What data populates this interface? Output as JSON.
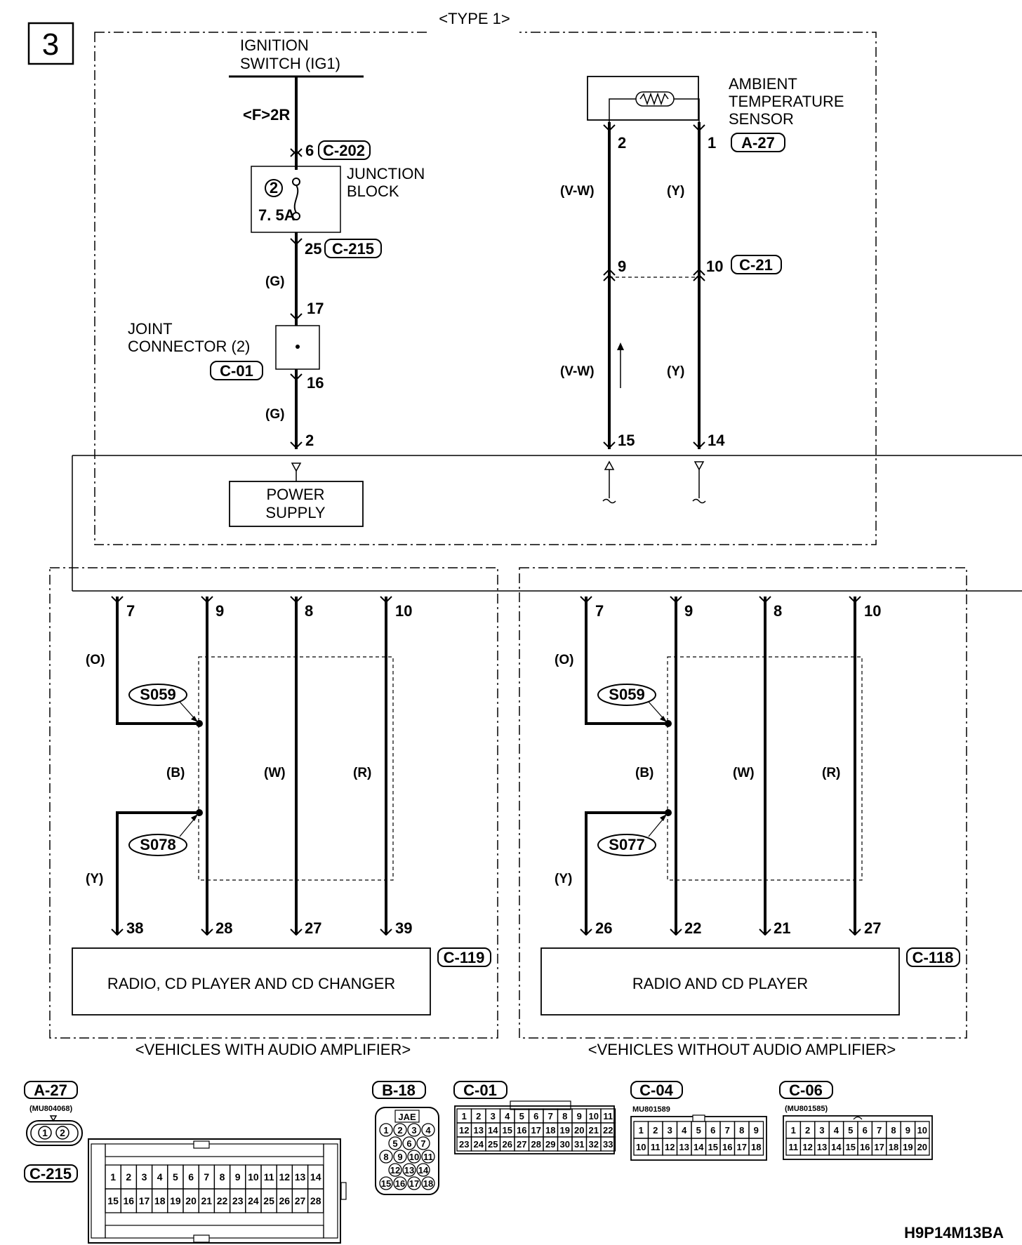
{
  "page_number": "3",
  "section_title": "<TYPE 1>",
  "ignition_switch": {
    "line1": "IGNITION",
    "line2": "SWITCH (IG1)"
  },
  "fuse_ref": "<F>2R",
  "junction_block": {
    "line1": "JUNCTION",
    "line2": "BLOCK",
    "fuse_number": "2",
    "fuse_rating": "7. 5A"
  },
  "joint_connector": {
    "line1": "JOINT",
    "line2": "CONNECTOR (2)"
  },
  "ambient_sensor": {
    "line1": "AMBIENT",
    "line2": "TEMPERATURE",
    "line3": "SENSOR"
  },
  "power_supply": {
    "line1": "POWER",
    "line2": "SUPPLY"
  },
  "wire_colors": {
    "green": "(G)",
    "violet_white": "(V-W)",
    "yellow": "(Y)",
    "orange": "(O)",
    "black": "(B)",
    "white": "(W)",
    "red": "(R)"
  },
  "left_pins": {
    "p6": "6",
    "p25": "25",
    "p17": "17",
    "p16": "16",
    "p2": "2"
  },
  "right_pins": {
    "p2": "2",
    "p1": "1",
    "p9": "9",
    "p10": "10",
    "p15": "15",
    "p14": "14"
  },
  "connectors": {
    "c202": "C-202",
    "c215": "C-215",
    "c01": "C-01",
    "a27": "A-27",
    "c21": "C-21",
    "c119": "C-119",
    "c118": "C-118",
    "b18": "B-18",
    "c04": "C-04",
    "c06": "C-06"
  },
  "splices": {
    "s059": "S059",
    "s078": "S078",
    "s077": "S077"
  },
  "left_unit": {
    "top_pins": [
      "7",
      "9",
      "8",
      "10"
    ],
    "bottom_pins": [
      "38",
      "28",
      "27",
      "39"
    ],
    "name": "RADIO, CD PLAYER AND CD CHANGER",
    "caption": "<VEHICLES WITH AUDIO AMPLIFIER>"
  },
  "right_unit": {
    "top_pins": [
      "7",
      "9",
      "8",
      "10"
    ],
    "bottom_pins": [
      "26",
      "22",
      "21",
      "27"
    ],
    "name": "RADIO AND CD PLAYER",
    "caption": "<VEHICLES WITHOUT AUDIO AMPLIFIER>"
  },
  "part_numbers": {
    "a27": "(MU804068)",
    "c04": "MU801589",
    "c06": "(MU801585)"
  },
  "b18_label": "JAE",
  "c215_cells": {
    "row1": [
      "1",
      "2",
      "3",
      "4",
      "5",
      "6",
      "7",
      "8",
      "9",
      "10",
      "11",
      "12",
      "13",
      "14"
    ],
    "row2": [
      "15",
      "16",
      "17",
      "18",
      "19",
      "20",
      "21",
      "22",
      "23",
      "24",
      "25",
      "26",
      "27",
      "28"
    ]
  },
  "c01_cells": {
    "row1": [
      "1",
      "2",
      "3",
      "4",
      "5",
      "6",
      "7",
      "8",
      "9",
      "10",
      "11"
    ],
    "row2": [
      "12",
      "13",
      "14",
      "15",
      "16",
      "17",
      "18",
      "19",
      "20",
      "21",
      "22"
    ],
    "row3": [
      "23",
      "24",
      "25",
      "26",
      "27",
      "28",
      "29",
      "30",
      "31",
      "32",
      "33"
    ]
  },
  "c04_cells": {
    "row1": [
      "1",
      "2",
      "3",
      "4",
      "5",
      "6",
      "7",
      "8",
      "9"
    ],
    "row2": [
      "10",
      "11",
      "12",
      "13",
      "14",
      "15",
      "16",
      "17",
      "18"
    ]
  },
  "c06_cells": {
    "row1": [
      "1",
      "2",
      "3",
      "4",
      "5",
      "6",
      "7",
      "8",
      "9",
      "10"
    ],
    "row2": [
      "11",
      "12",
      "13",
      "14",
      "15",
      "16",
      "17",
      "18",
      "19",
      "20"
    ]
  },
  "b18_pins": [
    "1",
    "2",
    "3",
    "4",
    "5",
    "6",
    "7",
    "8",
    "9",
    "10",
    "11",
    "12",
    "13",
    "14",
    "15",
    "16",
    "17",
    "18"
  ],
  "a27_pins": [
    "1",
    "2"
  ],
  "figure_code": "H9P14M13BA"
}
